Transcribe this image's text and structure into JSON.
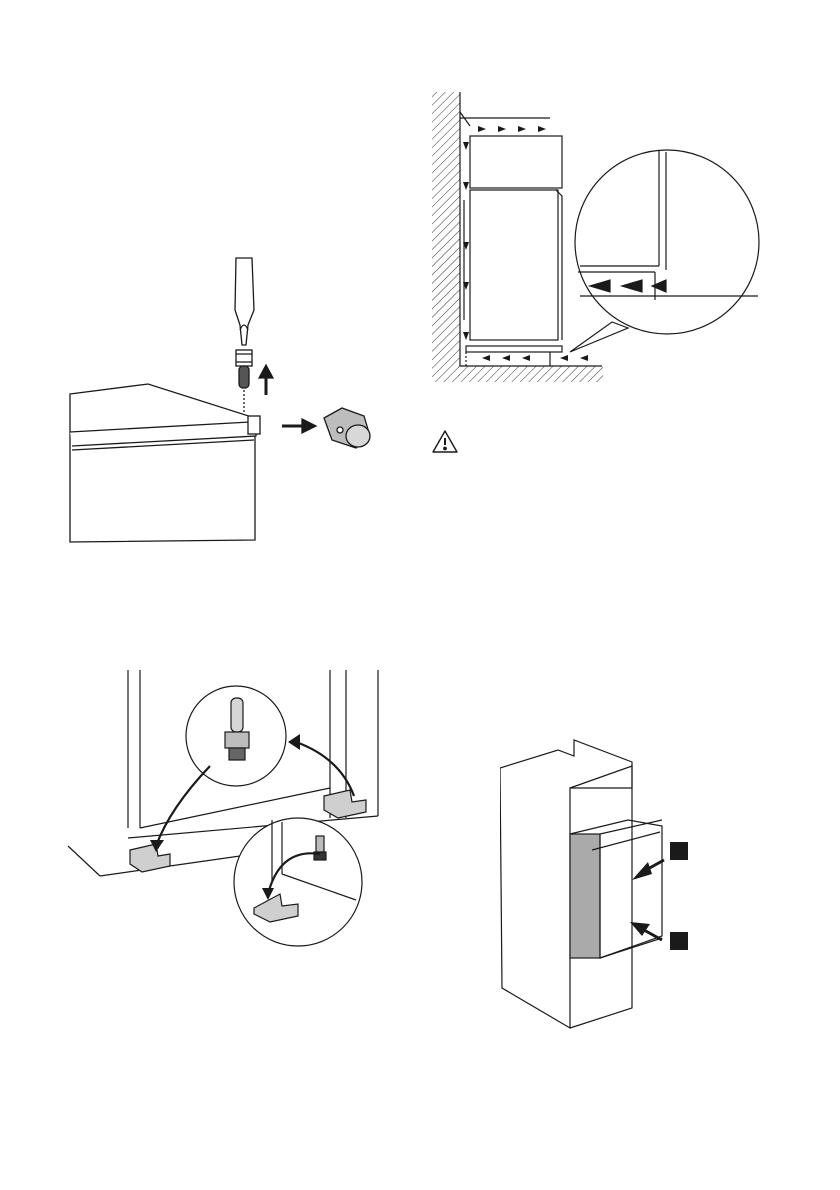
{
  "page": {
    "background": "#ffffff",
    "line_color": "#1a1a1a",
    "fill_gray": "#b8b8b8",
    "fill_dark": "#333333"
  },
  "figures": [
    {
      "id": "hinge-pin-removal",
      "icons": [
        "screwdriver-icon",
        "arrow-up-icon",
        "arrow-right-icon",
        "hinge-cover-icon"
      ]
    },
    {
      "id": "ventilation-clearance",
      "icons": [
        "wall-hatching",
        "airflow-arrow-icon",
        "magnifier-callout"
      ]
    },
    {
      "id": "warning",
      "icons": [
        "warning-triangle-icon"
      ]
    },
    {
      "id": "hinge-transfer",
      "icons": [
        "hinge-bracket-icon",
        "hinge-pin-icon",
        "curved-arrow-icon"
      ]
    },
    {
      "id": "door-alignment",
      "icons": [
        "arrow-icon",
        "marker-square-icon"
      ]
    }
  ]
}
